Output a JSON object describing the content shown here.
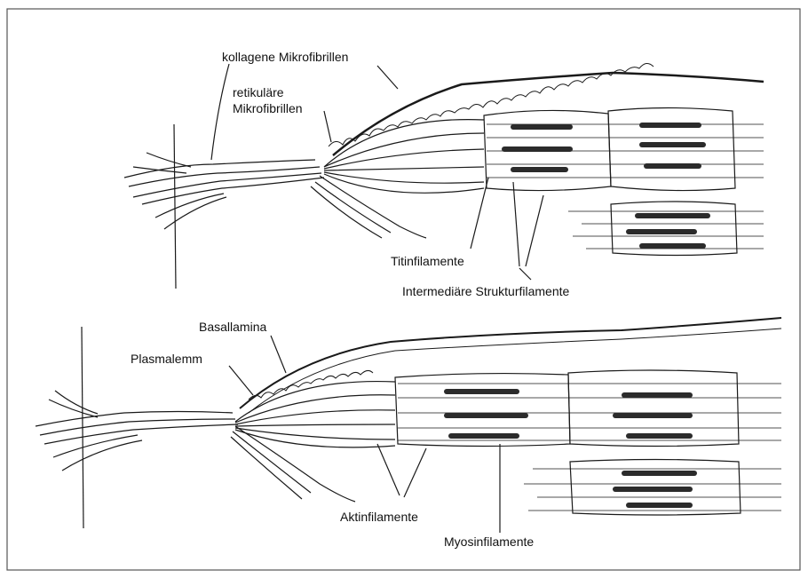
{
  "labels": {
    "kollagene_mikrofibrillen": "kollagene Mikrofibrillen",
    "retikulaere_mikrofibrillen_1": "retikuläre",
    "retikulaere_mikrofibrillen_2": "Mikrofibrillen",
    "titinfilamente": "Titinfilamente",
    "intermediaere_strukturfilamente": "Intermediäre Strukturfilamente",
    "basallamina": "Basallamina",
    "plasmalemm": "Plasmalemm",
    "aktinfilamente": "Aktinfilamente",
    "myosinfilamente": "Myosinfilamente"
  },
  "colors": {
    "ink": "#1a1a1a",
    "myosin": "#2b2b2b",
    "frame": "#444444"
  }
}
